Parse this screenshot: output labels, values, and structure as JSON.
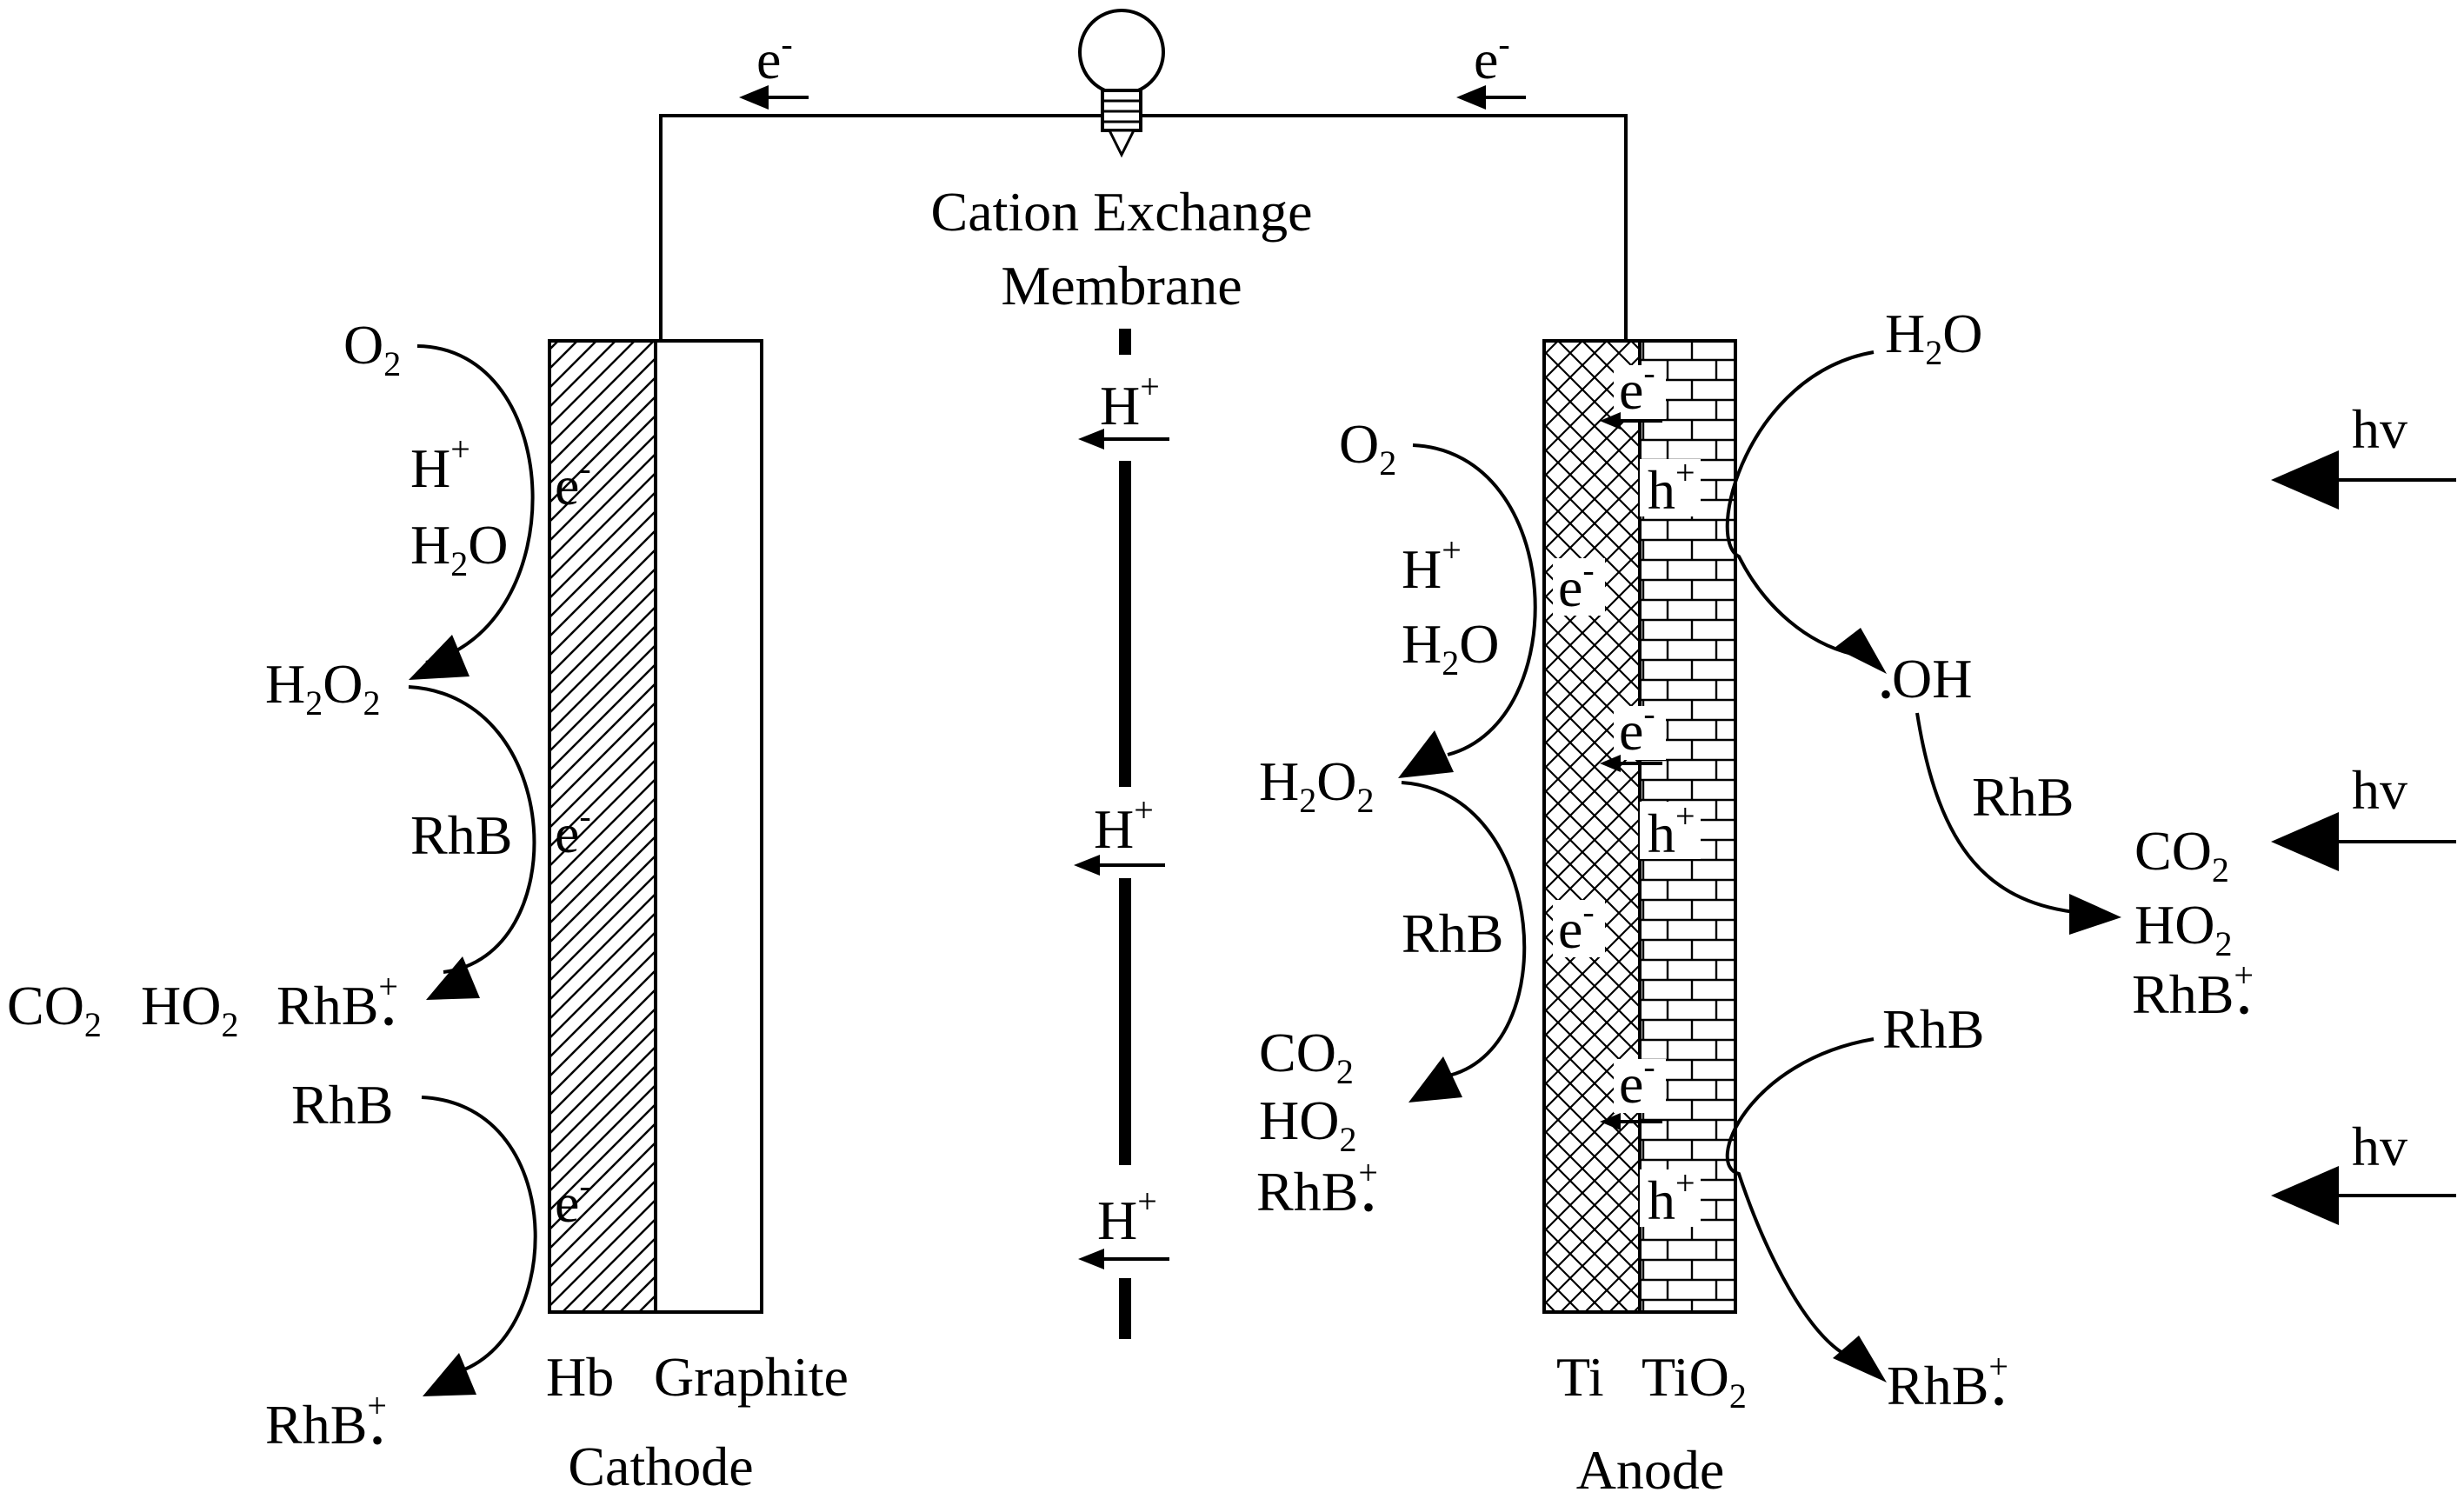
{
  "wire": {
    "electron_left": "e",
    "electron_right": "e",
    "electron_sup": "-"
  },
  "membrane": {
    "title_line1": "Cation Exchange",
    "title_line2": "Membrane",
    "proton": "H",
    "proton_sup": "+"
  },
  "cathode": {
    "layer1": "Hb",
    "layer2": "Graphite",
    "caption": "Cathode",
    "o2": "O",
    "o2_sub": "2",
    "h": "H",
    "h_sup": "+",
    "h2o_a": "H",
    "h2o_sub": "2",
    "h2o_b": "O",
    "h2o2_a": "H",
    "h2o2_sub1": "2",
    "h2o2_b": "O",
    "h2o2_sub2": "2",
    "rhb": "RhB",
    "co2": "CO",
    "co2_sub": "2",
    "ho2": "HO",
    "ho2_sub": "2",
    "rhb_rad": "RhB",
    "rhb_rad_sup": "+",
    "rad_dot": "•",
    "rhb2": "RhB",
    "rhb_rad2": "RhB",
    "rhb_rad2_sup": "+",
    "e": "e",
    "e_sup": "-"
  },
  "anode": {
    "layer1": "Ti",
    "layer2": "TiO",
    "layer2_sub": "2",
    "caption": "Anode",
    "o2": "O",
    "o2_sub": "2",
    "h": "H",
    "h_sup": "+",
    "h2o_a": "H",
    "h2o_sub": "2",
    "h2o_b": "O",
    "h2o2_a": "H",
    "h2o2_sub1": "2",
    "h2o2_b": "O",
    "h2o2_sub2": "2",
    "rhb": "RhB",
    "co2": "CO",
    "co2_sub": "2",
    "ho2": "HO",
    "ho2_sub": "2",
    "rhb_rad": "RhB",
    "rhb_rad_sup": "+",
    "rad_dot": "•",
    "water_a": "H",
    "water_sub": "2",
    "water_b": "O",
    "oh": "OH",
    "oh_dot": "•",
    "rhb3": "RhB",
    "co2_2": "CO",
    "co2_2_sub": "2",
    "ho2_2": "HO",
    "ho2_2_sub": "2",
    "rhb_rad3": "RhB",
    "rhb_rad3_sup": "+",
    "rhb4": "RhB",
    "rhb_rad4": "RhB",
    "rhb_rad4_sup": "+",
    "e": "e",
    "e_sup": "-",
    "hole": "h",
    "hole_sup": "+"
  },
  "light": {
    "label": "hv"
  }
}
